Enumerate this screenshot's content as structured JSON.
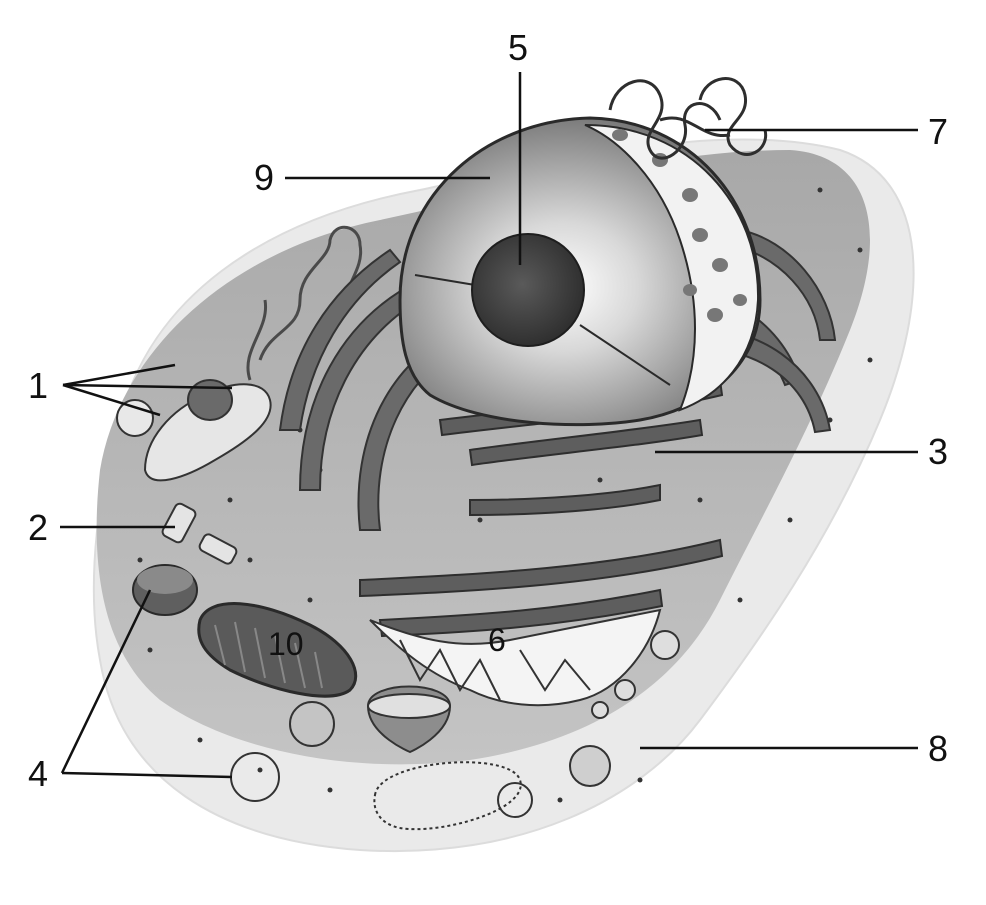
{
  "labels": {
    "l1": "1",
    "l2": "2",
    "l3": "3",
    "l4": "4",
    "l5": "5",
    "l6": "6",
    "l7": "7",
    "l8": "8",
    "l9": "9",
    "l10": "10"
  },
  "colors": {
    "cytoplasm_outer": "#e9e9e9",
    "cytoplasm_mid": "#bcbcbc",
    "cytoplasm_inner": "#9a9a9a",
    "organelle_dark": "#6a6a6a",
    "nucleolus": "#3d3d3d",
    "stroke": "#2a2a2a"
  }
}
